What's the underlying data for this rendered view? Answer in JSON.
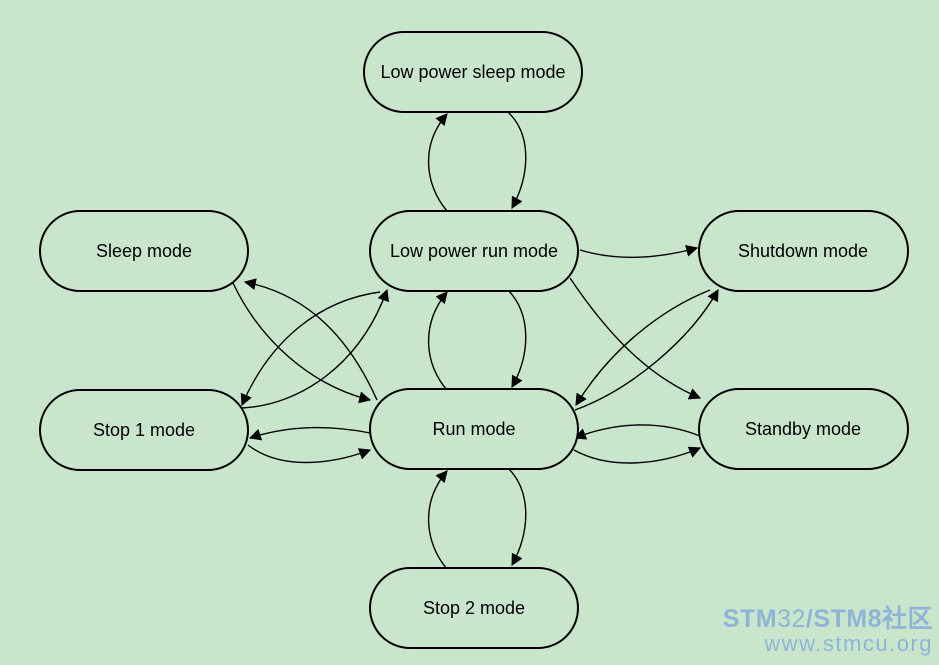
{
  "states": {
    "low_power_sleep": "Low power sleep mode",
    "sleep": "Sleep mode",
    "low_power_run": "Low power run mode",
    "shutdown": "Shutdown mode",
    "stop1": "Stop 1 mode",
    "run": "Run mode",
    "standby": "Standby mode",
    "stop2": "Stop 2 mode"
  },
  "edges": [
    {
      "from": "low_power_sleep",
      "to": "low_power_run"
    },
    {
      "from": "low_power_run",
      "to": "low_power_sleep"
    },
    {
      "from": "low_power_run",
      "to": "run"
    },
    {
      "from": "run",
      "to": "low_power_run"
    },
    {
      "from": "low_power_run",
      "to": "shutdown"
    },
    {
      "from": "low_power_run",
      "to": "standby"
    },
    {
      "from": "low_power_run",
      "to": "stop1"
    },
    {
      "from": "stop1",
      "to": "low_power_run"
    },
    {
      "from": "sleep",
      "to": "run"
    },
    {
      "from": "run",
      "to": "sleep"
    },
    {
      "from": "stop1",
      "to": "run"
    },
    {
      "from": "run",
      "to": "stop1"
    },
    {
      "from": "run",
      "to": "shutdown"
    },
    {
      "from": "shutdown",
      "to": "run"
    },
    {
      "from": "run",
      "to": "standby"
    },
    {
      "from": "standby",
      "to": "run"
    },
    {
      "from": "run",
      "to": "stop2"
    },
    {
      "from": "stop2",
      "to": "run"
    }
  ],
  "watermark": {
    "line1_a": "STM",
    "line1_b": "32",
    "line1_c": "/STM",
    "line1_d": "8社区",
    "line2": "www.stmcu.org"
  }
}
